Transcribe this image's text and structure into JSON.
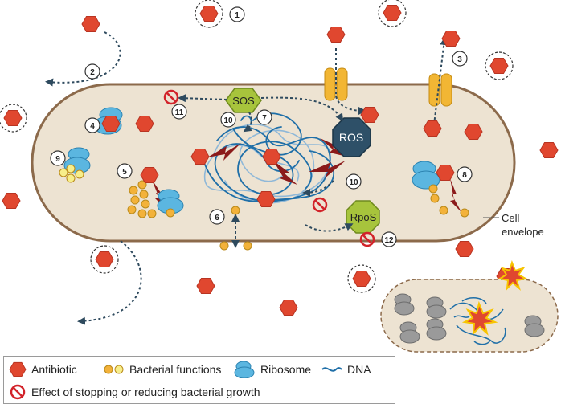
{
  "labels": {
    "cell_envelope_line1": "Cell",
    "cell_envelope_line2": "envelope",
    "sos": "SOS",
    "ros": "ROS",
    "rpos": "RpoS"
  },
  "step_numbers": [
    "1",
    "2",
    "3",
    "4",
    "5",
    "6",
    "7",
    "8",
    "9",
    "10",
    "10",
    "11",
    "12"
  ],
  "legend": {
    "antibiotic": "Antibiotic",
    "bacterial_functions": "Bacterial functions",
    "ribosome": "Ribosome",
    "dna": "DNA",
    "growth_effect": "Effect of stopping or reducing bacterial growth"
  },
  "colors": {
    "antibiotic": "#e0472f",
    "cell_fill": "#ede3d2",
    "cell_border": "#8c6a4b",
    "dna": "#1f6fa8",
    "dna_light": "#8fb8d8",
    "ribosome": "#5bb6e0",
    "function_orange": "#f3b23a",
    "function_yellow": "#f7ee8a",
    "sos": "#a7c43c",
    "ros": "#2e5068",
    "rpos": "#a7c43c",
    "damage": "#8b1a1a",
    "porin": "#f2b634",
    "inhibit": "#d2232a",
    "arrow": "#2e4a5e"
  }
}
